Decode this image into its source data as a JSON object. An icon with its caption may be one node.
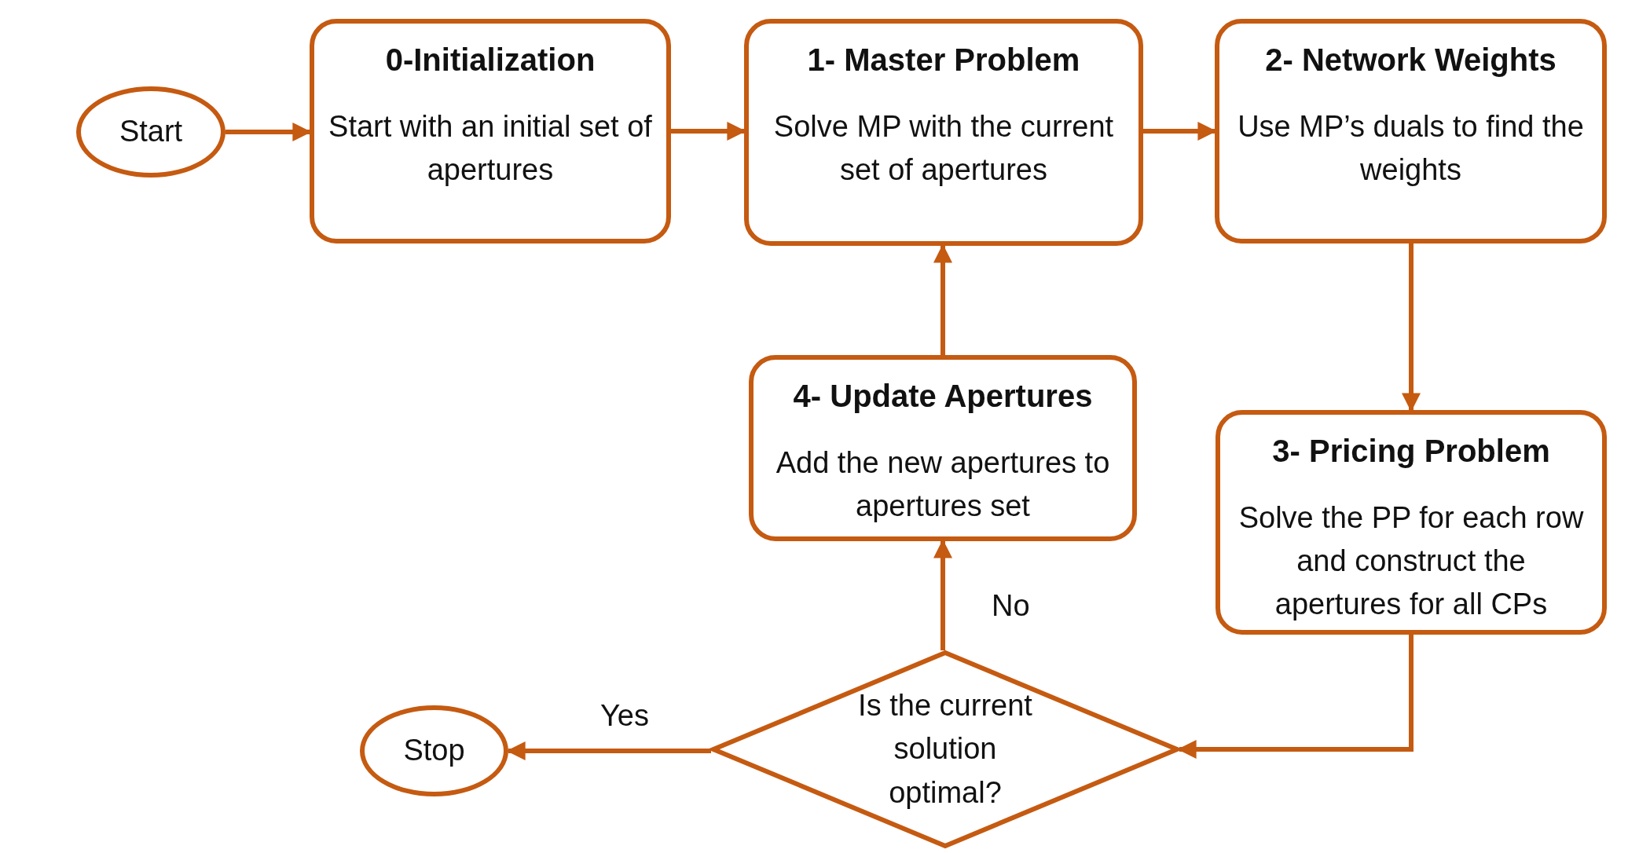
{
  "diagram": {
    "nodes": [
      {
        "text": [
          "Start"
        ]
      },
      {
        "text": [
          "0-Initialization",
          "Start with an initial set of apertures"
        ]
      },
      {
        "text": [
          "1- Master Problem",
          "Solve MP with the current set of apertures"
        ]
      },
      {
        "text": [
          "2- Network Weights",
          "Use MP’s duals to find the weights"
        ]
      },
      {
        "text": [
          "3- Pricing Problem",
          "Solve the PP for each row and construct the apertures for all CPs"
        ]
      },
      {
        "text": [
          "4- Update Apertures",
          "Add the new apertures to apertures set"
        ]
      },
      {
        "text": [
          "Is the current solution optimal?"
        ]
      },
      {
        "text": [
          "Stop"
        ]
      }
    ],
    "edges": [
      {
        "from": 0,
        "to": 1,
        "arrow": "to"
      },
      {
        "from": 1,
        "to": 2,
        "arrow": "to"
      },
      {
        "from": 2,
        "to": 3,
        "arrow": "to"
      },
      {
        "from": 3,
        "to": 4,
        "arrow": "to"
      },
      {
        "from": 4,
        "to": 6,
        "arrow": "to"
      },
      {
        "from": 6,
        "to": 5,
        "arrow": "to",
        "label": "No"
      },
      {
        "from": 5,
        "to": 2,
        "arrow": "to"
      },
      {
        "from": 6,
        "to": 7,
        "arrow": "to",
        "label": "Yes"
      }
    ]
  }
}
